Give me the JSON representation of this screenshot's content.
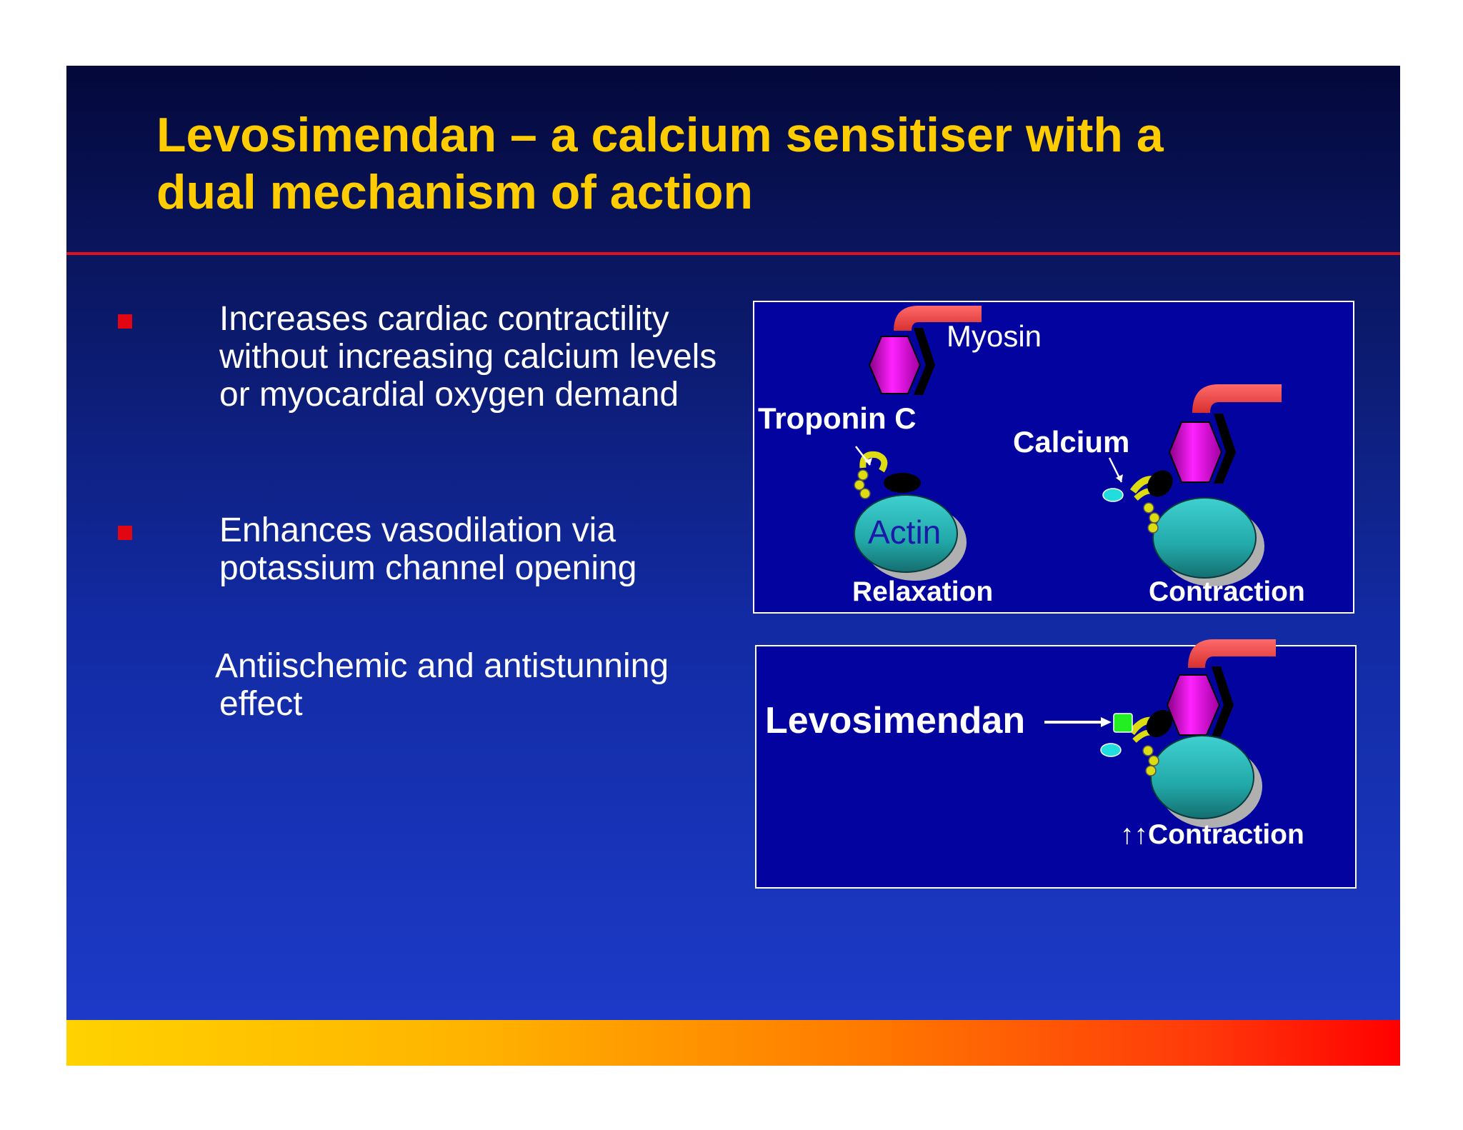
{
  "slide": {
    "title_line1": "Levosimendan – a calcium sensitiser with a",
    "title_line2": "dual mechanism of action",
    "accent_colors": {
      "title": "#ffcc00",
      "rule": "#e0101c",
      "bullet": "#e20613",
      "panel_bg": "#0303a0"
    }
  },
  "bullets": [
    {
      "lines": [
        "Increases cardiac contractility",
        "without increasing calcium levels",
        "or myocardial oxygen demand"
      ],
      "marker": "red-square"
    },
    {
      "lines": [
        "Enhances vasodilation via",
        "potassium channel opening"
      ],
      "marker": "red-square"
    },
    {
      "lines": [
        "Antiischemic and antistunning",
        "effect"
      ],
      "marker": "none"
    }
  ],
  "diagram_top": {
    "myosin_label": "Myosin",
    "troponin_label": "Troponin C",
    "calcium_label": "Calcium",
    "actin_label": "Actin",
    "relaxation_label": "Relaxation",
    "contraction_label": "Contraction"
  },
  "diagram_bottom": {
    "levosimendan_label": "Levosimendan",
    "contraction_label": "↑↑Contraction"
  }
}
